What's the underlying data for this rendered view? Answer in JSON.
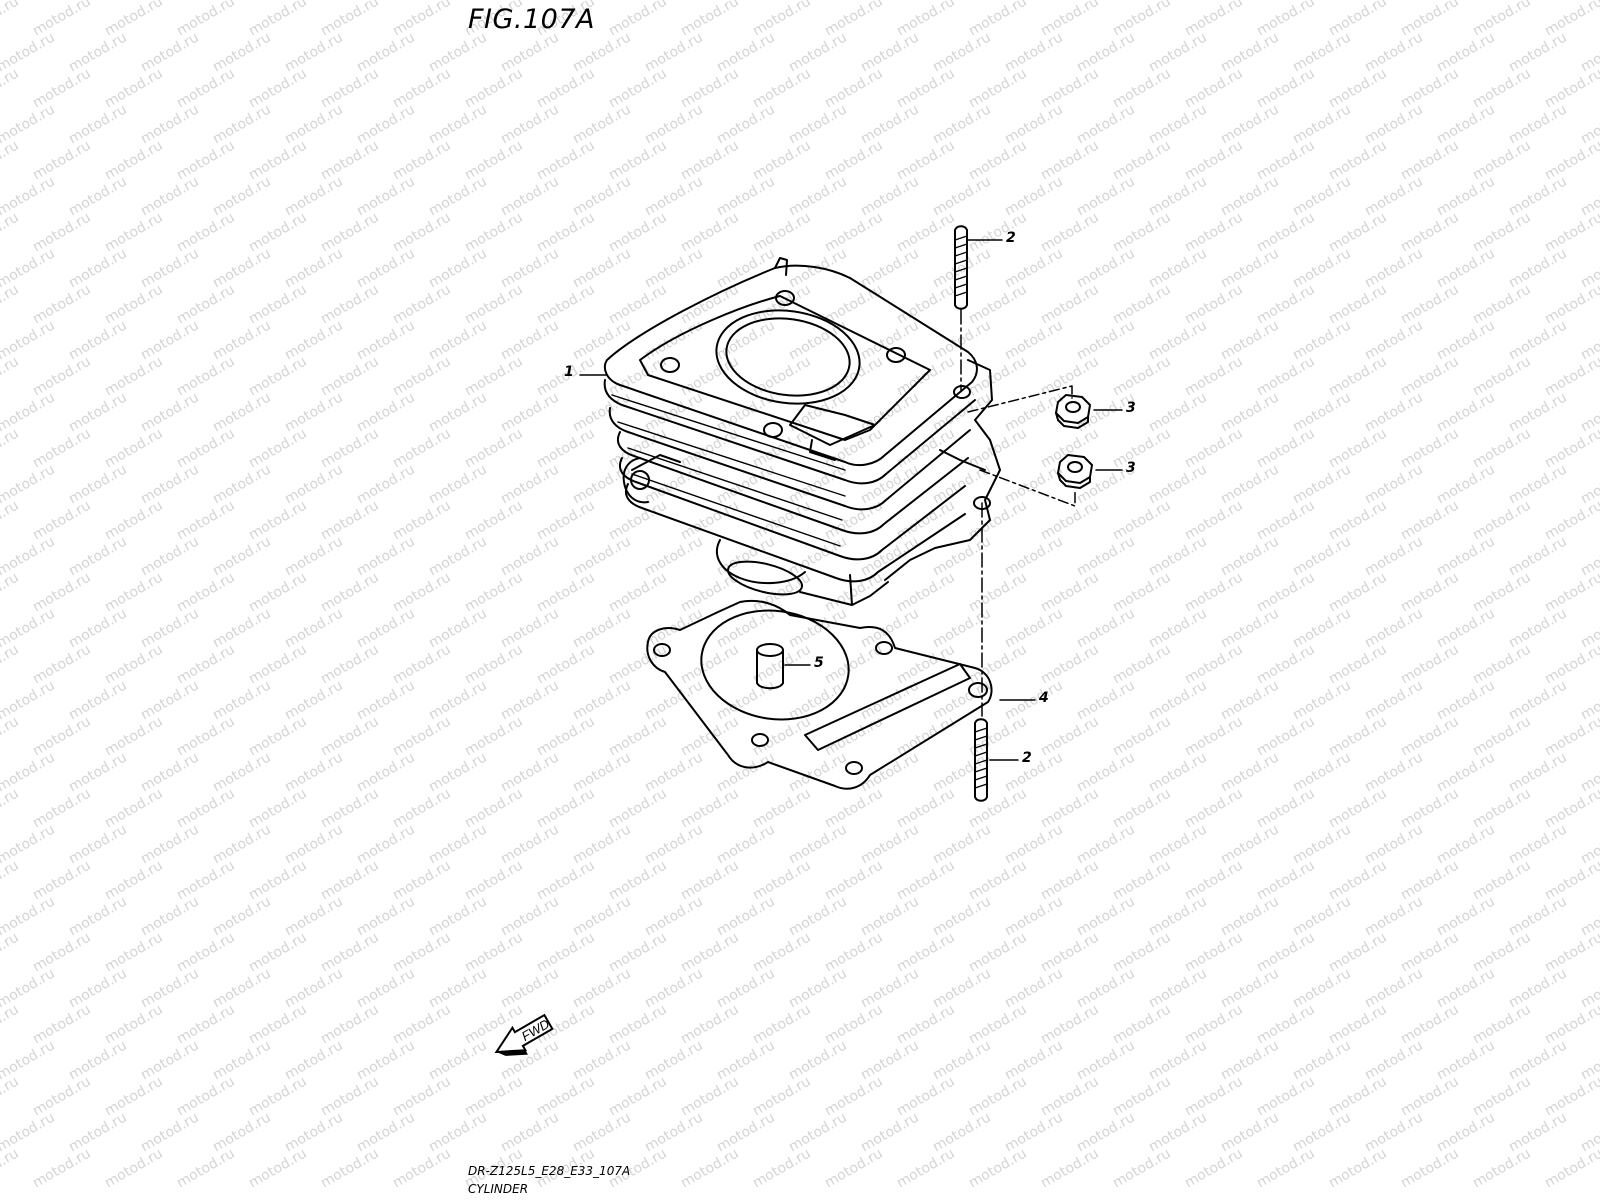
{
  "figure": {
    "title": "FIG.107A",
    "code": "DR-Z125L5_E28_E33_107A",
    "name": "CYLINDER"
  },
  "watermark": {
    "text": "motod.ru",
    "color": "#d4d4d4"
  },
  "fwd_arrow": {
    "label": "FWD"
  },
  "parts": [
    {
      "number": "1",
      "part": "cylinder"
    },
    {
      "number": "2",
      "part": "stud-upper"
    },
    {
      "number": "2",
      "part": "stud-lower"
    },
    {
      "number": "3",
      "part": "nut-upper"
    },
    {
      "number": "3",
      "part": "nut-lower"
    },
    {
      "number": "4",
      "part": "gasket"
    },
    {
      "number": "5",
      "part": "dowel-pin"
    }
  ]
}
